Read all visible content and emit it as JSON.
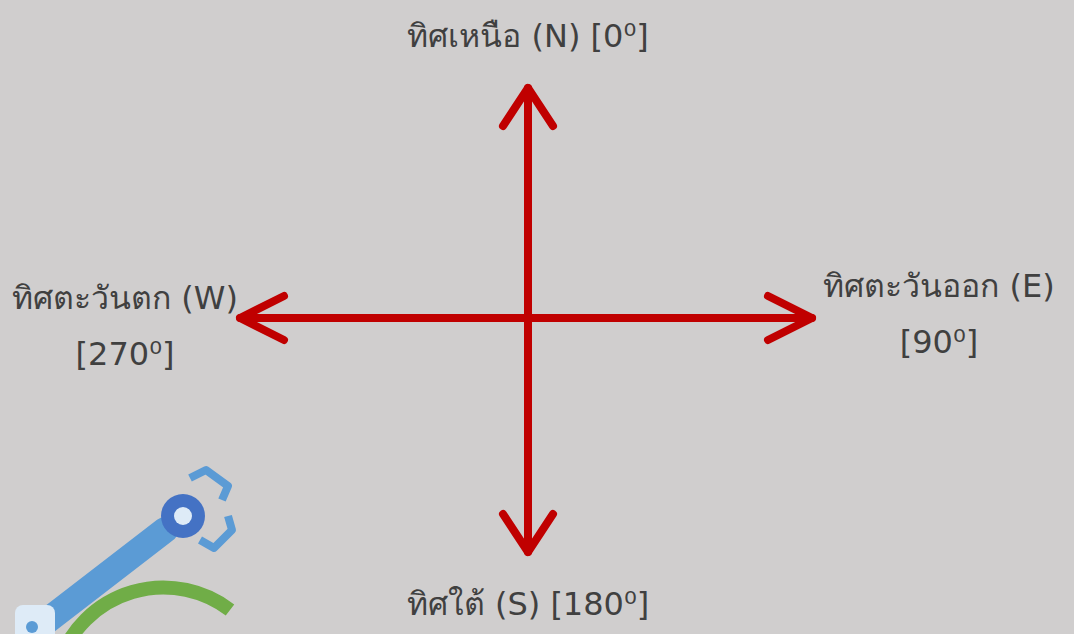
{
  "diagram": {
    "labels": [
      "ทิศเหนือ (N) [0⁰]",
      "ทิศตะวันตก (W) [270⁰]",
      "ทิศตะวันออก (E) [90⁰]",
      "ทิศใต้ (S) [180⁰]"
    ]
  }
}
